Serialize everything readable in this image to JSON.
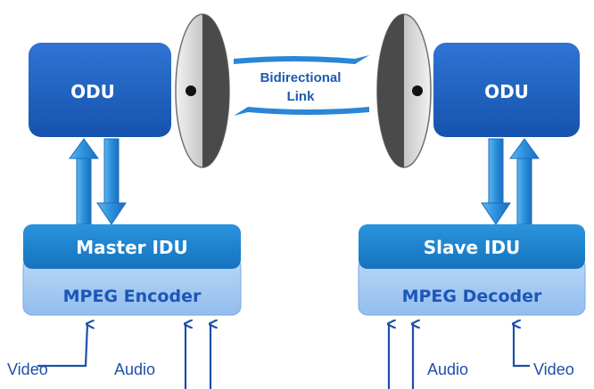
{
  "link": {
    "line1": "Bidirectional",
    "line2": "Link"
  },
  "left": {
    "odu_label": "ODU",
    "idu_label": "Master IDU",
    "codec_label": "MPEG Encoder",
    "io": {
      "video": "Video",
      "audio": "Audio"
    }
  },
  "right": {
    "odu_label": "ODU",
    "idu_label": "Slave IDU",
    "codec_label": "MPEG Decoder",
    "io": {
      "audio": "Audio",
      "video": "Video"
    }
  },
  "colors": {
    "odu": "#1f62c6",
    "idu": "#1b7fcf",
    "codec": "#a6c9f2",
    "arrow": "#2d93dc",
    "signal": "#1d4fa8"
  }
}
